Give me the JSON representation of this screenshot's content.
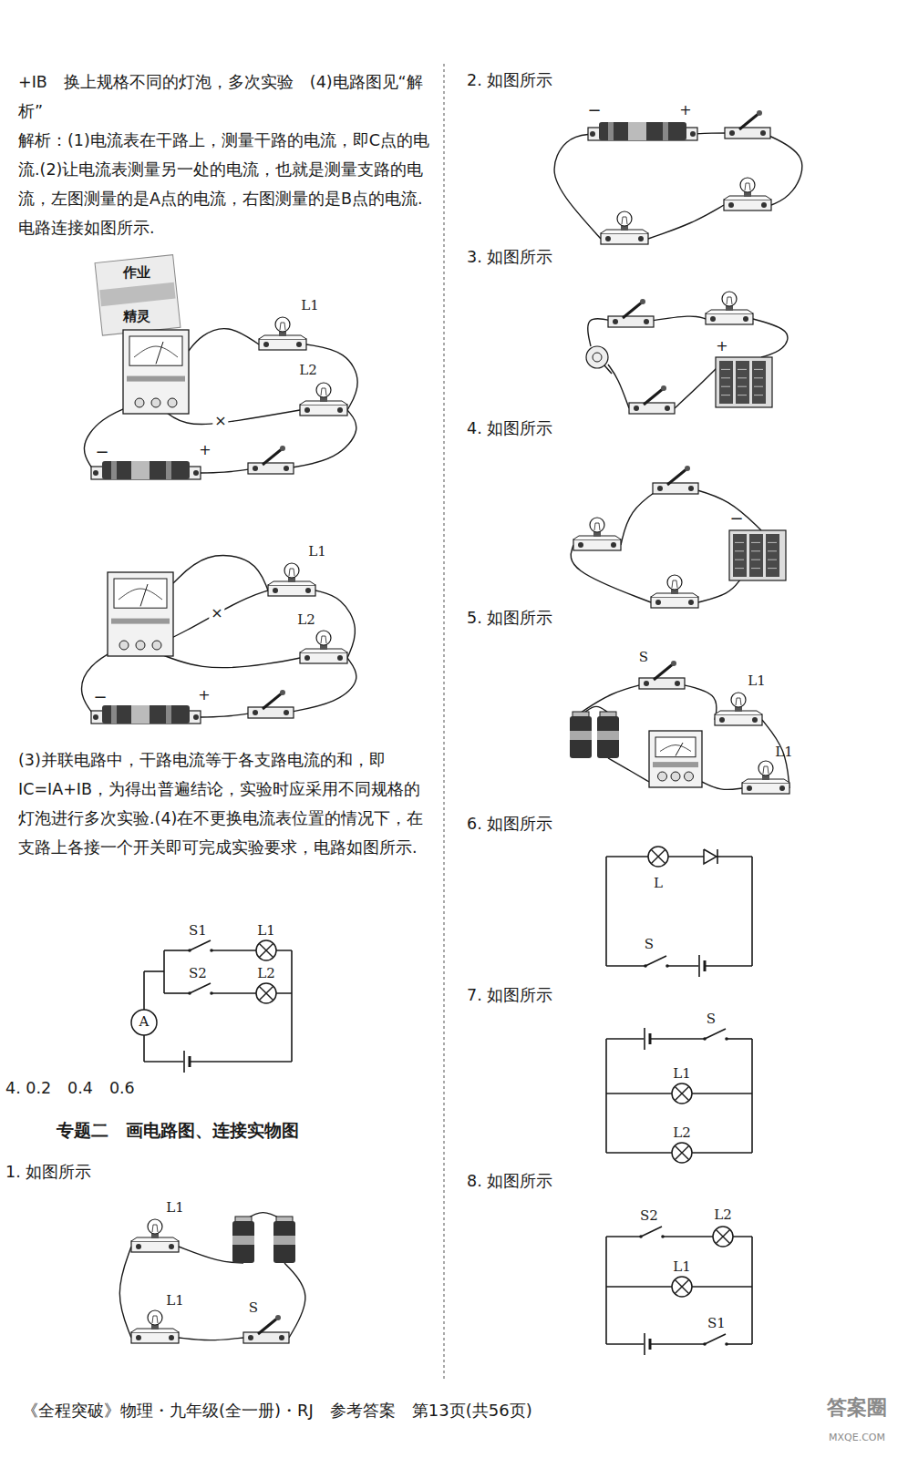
{
  "diagram": {
    "labels": [
      "+IB　换上规格不同的灯泡，多次实验　(4)电路图见“解析”",
      "解析：(1)电流表在干路上，测量干路的电流，即C点的电流.(2)让电流表测量另一处的电流，也就是测量支路的电流，左图测量的是A点的电流，右图测量的是B点的电流.电路连接如图所示.",
      "作业",
      "精灵",
      "L1",
      "L2",
      "−",
      "+",
      "×",
      "L1",
      "L2",
      "−",
      "+",
      "×",
      "(3)并联电路中，干路电流等于各支路电流的和，即IC=IA+IB，为得出普遍结论，实验时应采用不同规格的灯泡进行多次实验.(4)在不更换电流表位置的情况下，在支路上各接一个开关即可完成实验要求，电路如图所示.",
      "S1",
      "L1",
      "S2",
      "L2",
      "A",
      "4. 0.2　0.4　0.6",
      "专题二　画电路图、连接实物图",
      "1. 如图所示",
      "L1",
      "L1",
      "S",
      "2. 如图所示",
      "−",
      "+",
      "3. 如图所示",
      "+",
      "4. 如图所示",
      "−",
      "5. 如图所示",
      "S",
      "L1",
      "L1",
      "6. 如图所示",
      "L",
      "S",
      "7. 如图所示",
      "S",
      "L1",
      "L2",
      "8. 如图所示",
      "S2",
      "L2",
      "L1",
      "S1",
      "《全程突破》物理・九年级(全一册)・RJ　参考答案　第13页(共56页)",
      "答案圈",
      "MXQE.COM"
    ]
  }
}
